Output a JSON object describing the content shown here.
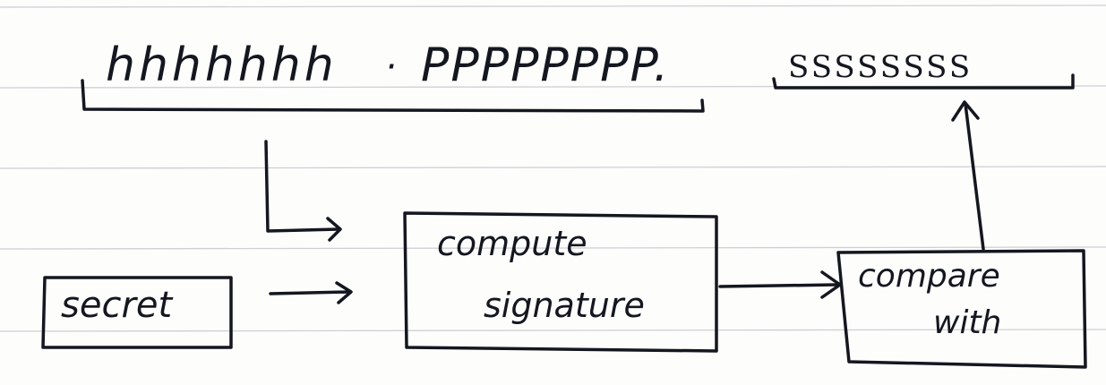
{
  "token": {
    "header_text": "hhhhhhh",
    "separator": "·",
    "payload_text": "PPPPPPPP.",
    "signature_text": "SSSSSSSS"
  },
  "boxes": {
    "secret_label": "secret",
    "compute_label_line1": "compute",
    "compute_label_line2": "signature",
    "compare_label_line1": "compare",
    "compare_label_line2": "with"
  },
  "colors": {
    "ink": "#14171f",
    "ruled_line": "#cfcfd6",
    "paper": "#fdfdfc"
  }
}
